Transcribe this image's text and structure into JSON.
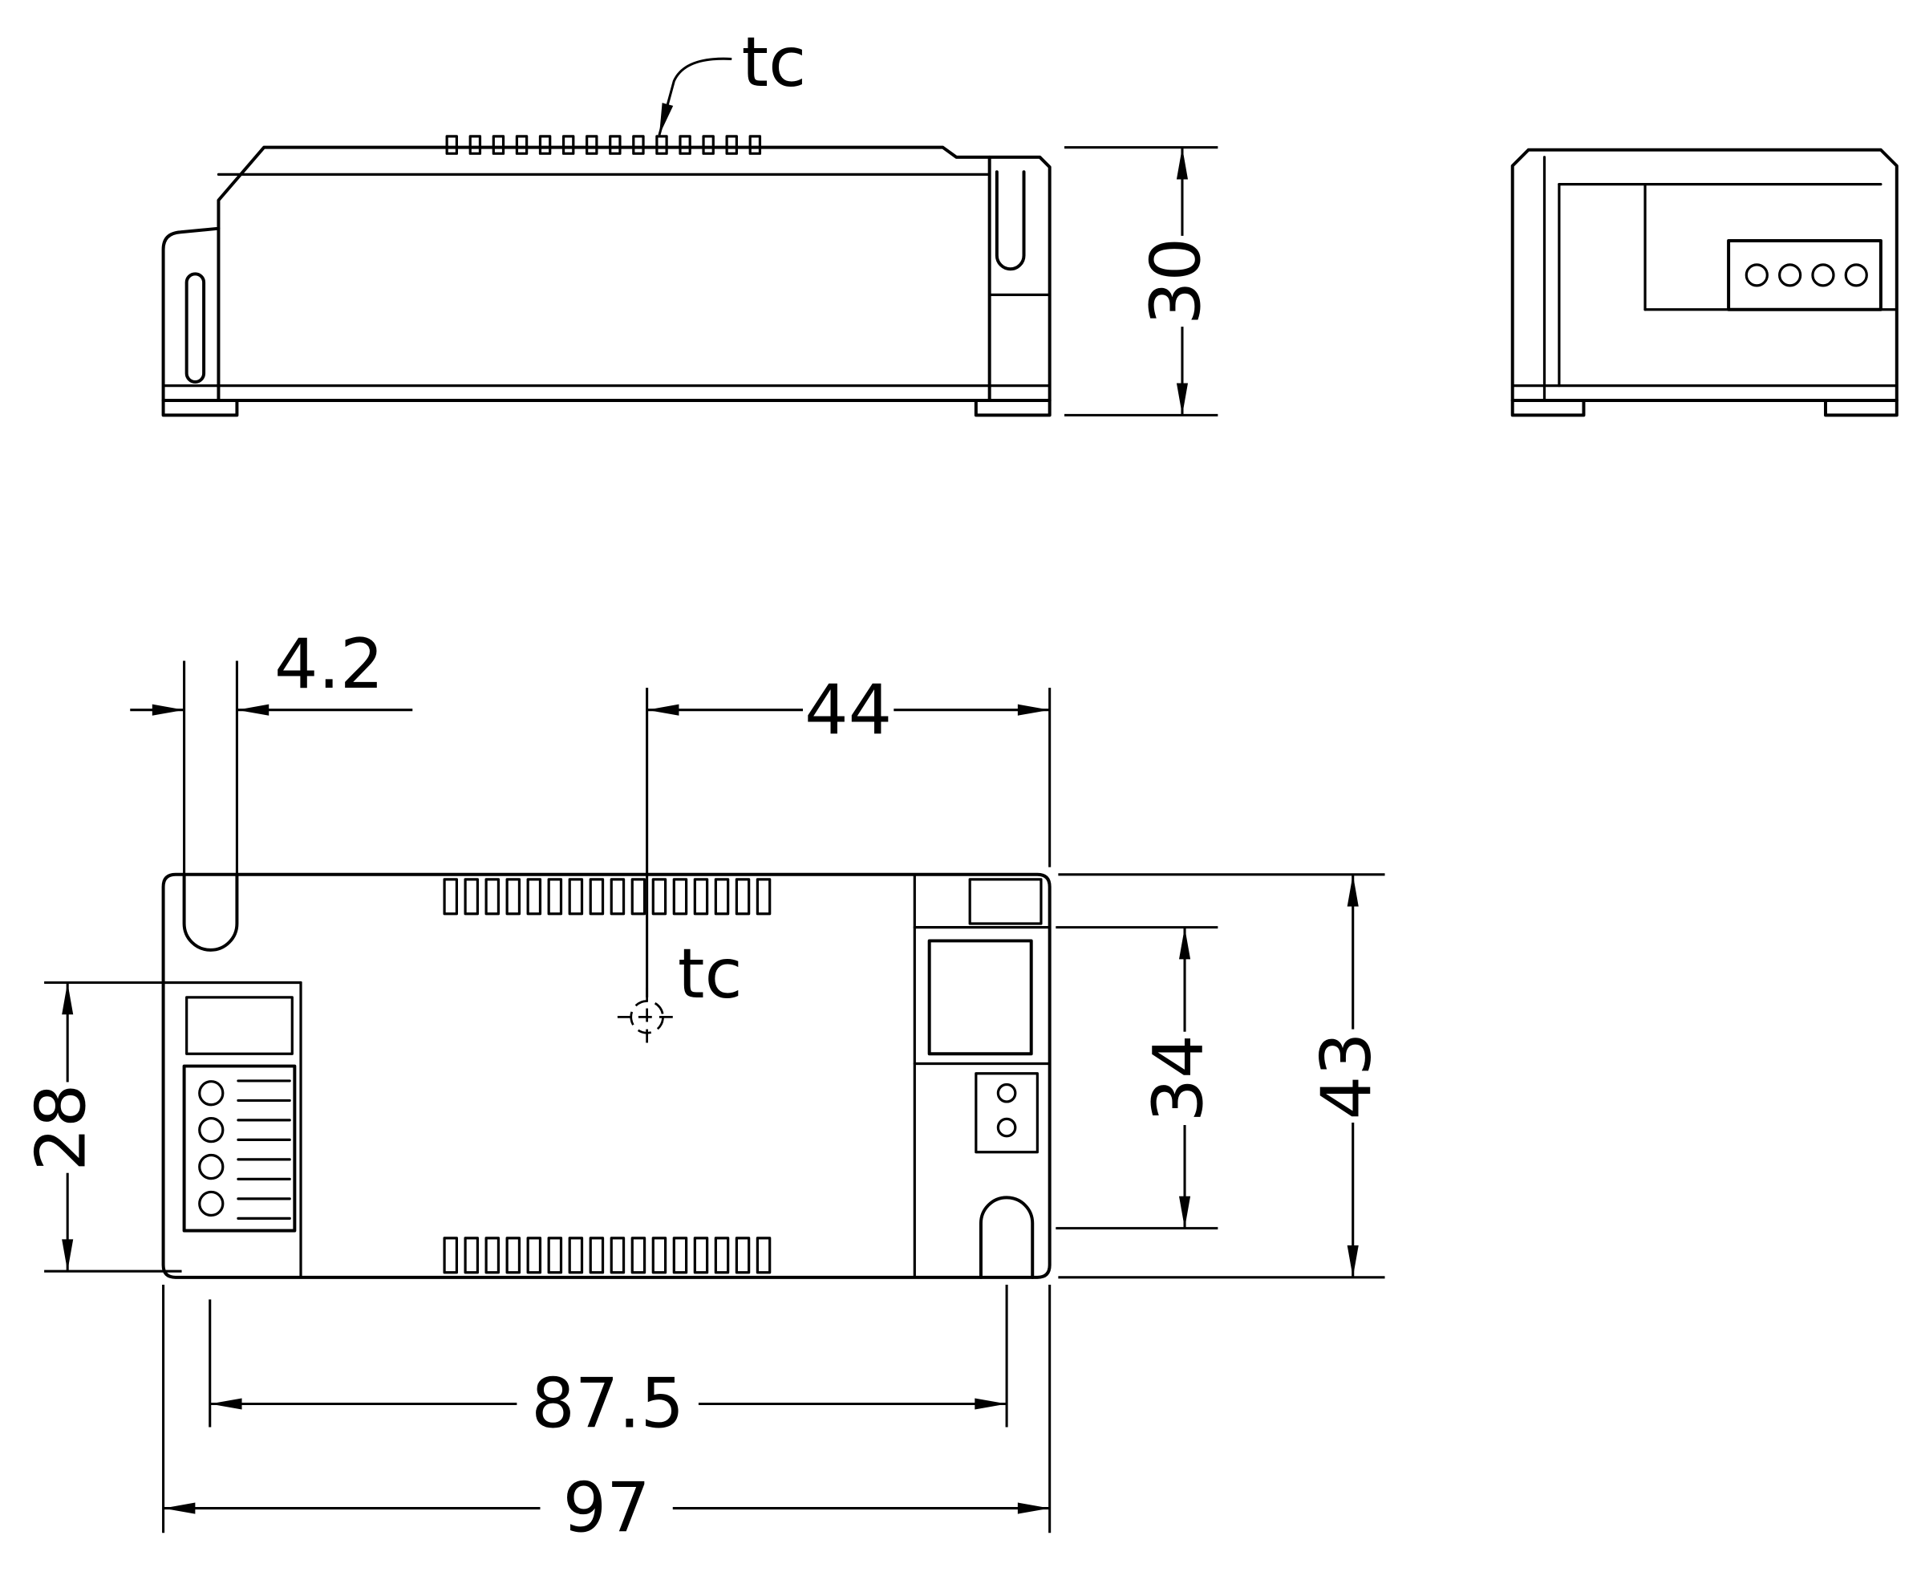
{
  "drawing": {
    "kind": "mechanical-dimension-drawing",
    "labels": {
      "tc_side": "tc",
      "tc_plan": "tc"
    },
    "dimensions": {
      "height": "30",
      "slot_width": "4.2",
      "tc_from_right_end": "44",
      "left_section": "28",
      "terminal_section": "34",
      "width": "43",
      "fixing_centres": "87.5",
      "length": "97"
    },
    "colors": {
      "line": "#000000",
      "background": "#ffffff"
    }
  }
}
